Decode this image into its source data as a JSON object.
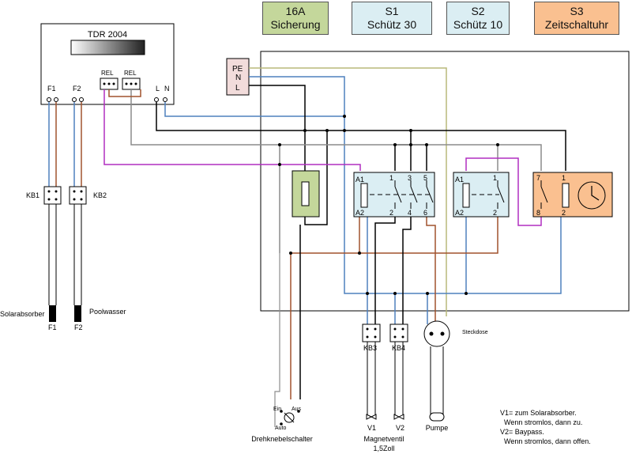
{
  "headers": [
    {
      "line1": "16A",
      "line2": "Sicherung",
      "color": "#c4d79b"
    },
    {
      "line1": "S1",
      "line2": "Schütz 30",
      "color": "#dbeef3"
    },
    {
      "line1": "S2",
      "line2": "Schütz 10",
      "color": "#dbeef3"
    },
    {
      "line1": "S3",
      "line2": "Zeitschaltuhr",
      "color": "#fac090"
    }
  ],
  "tdr": {
    "title": "TDR 2004",
    "f1": "F1",
    "f2": "F2",
    "rel1": "REL",
    "rel2": "REL",
    "l": "L",
    "n": "N"
  },
  "terminal": {
    "pe": "PE",
    "n": "N",
    "l": "L"
  },
  "cables": {
    "kb1": "KB1",
    "kb2": "KB2",
    "kb3": "KB3",
    "kb4": "KB4"
  },
  "sensors": {
    "solar": "Solarabsorber",
    "solar_tag": "F1",
    "pool": "Poolwasser",
    "pool_tag": "F2"
  },
  "s1": {
    "a1": "A1",
    "a2": "A2",
    "t1": "1",
    "t3": "3",
    "t5": "5",
    "t2": "2",
    "t4": "4",
    "t6": "6"
  },
  "s2": {
    "a1": "A1",
    "a2": "A2",
    "t1": "1",
    "t2": "2"
  },
  "s3": {
    "t7": "7",
    "t1": "1",
    "t8": "8",
    "t2": "2"
  },
  "outputs": {
    "v1": "V1",
    "v2": "V2",
    "valve_line1": "Magnetventil",
    "valve_line2": "1,5Zoll",
    "pump": "Pumpe",
    "socket": "Steckdose"
  },
  "switch": {
    "label": "Drehknebelschalter",
    "ein": "Ein",
    "aus": "Aus",
    "auto": "Auto"
  },
  "notes": [
    "V1= zum Solarabsorber.",
    "Wenn stromlos, dann zu.",
    "V2= Baypass.",
    "Wenn stromlos, dann offen."
  ],
  "colors": {
    "black": "#000000",
    "blue": "#4f81bd",
    "brown": "#a0522d",
    "grey": "#8c8c8c",
    "purple": "#b02ec0",
    "olive": "#b8b87a",
    "fuse": "#c4d79b",
    "contactor": "#dbeef3",
    "timer": "#fac090"
  }
}
